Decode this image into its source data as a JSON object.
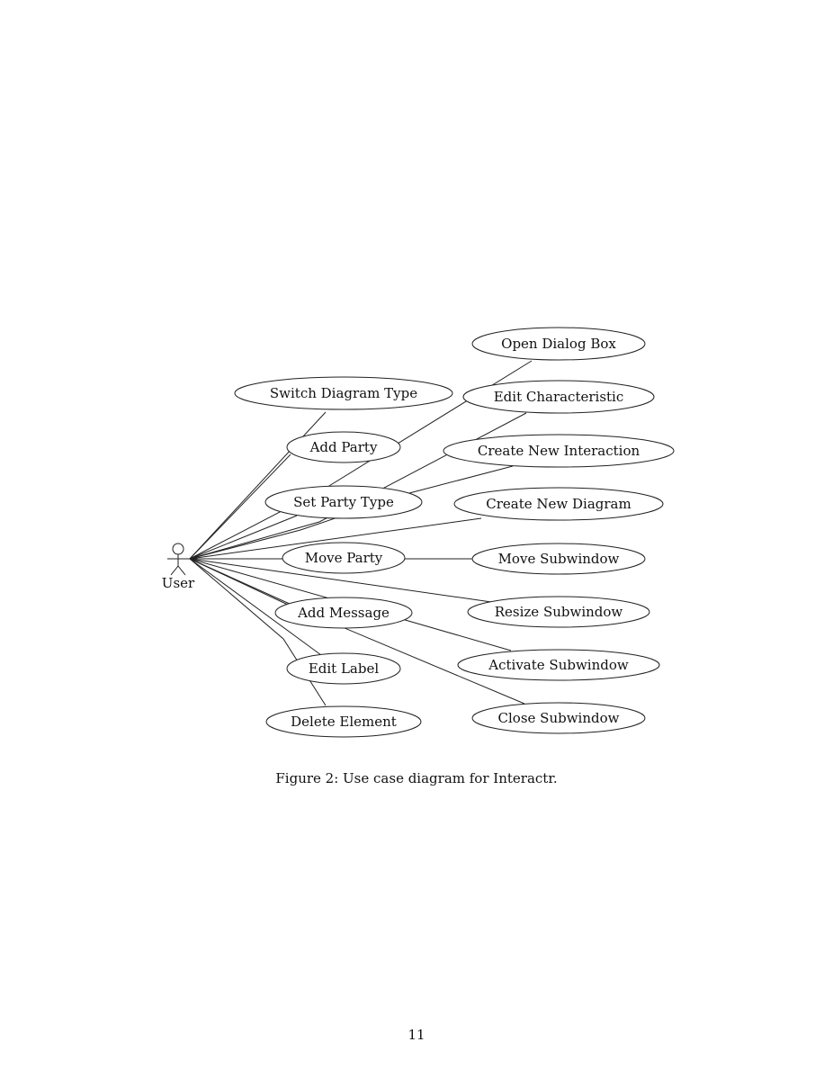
{
  "diagram": {
    "actor": {
      "label": "User",
      "icon": "stick-figure-actor-icon"
    },
    "use_cases": [
      {
        "id": "switch-diagram-type",
        "label": "Switch Diagram Type"
      },
      {
        "id": "add-party",
        "label": "Add Party"
      },
      {
        "id": "set-party-type",
        "label": "Set Party Type"
      },
      {
        "id": "move-party",
        "label": "Move Party"
      },
      {
        "id": "add-message",
        "label": "Add Message"
      },
      {
        "id": "edit-label",
        "label": "Edit Label"
      },
      {
        "id": "delete-element",
        "label": "Delete Element"
      },
      {
        "id": "open-dialog-box",
        "label": "Open Dialog Box"
      },
      {
        "id": "edit-characteristic",
        "label": "Edit Characteristic"
      },
      {
        "id": "create-new-interaction",
        "label": "Create New Interaction"
      },
      {
        "id": "create-new-diagram",
        "label": "Create New Diagram"
      },
      {
        "id": "move-subwindow",
        "label": "Move Subwindow"
      },
      {
        "id": "resize-subwindow",
        "label": "Resize Subwindow"
      },
      {
        "id": "activate-subwindow",
        "label": "Activate Subwindow"
      },
      {
        "id": "close-subwindow",
        "label": "Close Subwindow"
      }
    ],
    "associations": [
      [
        "actor",
        "switch-diagram-type"
      ],
      [
        "actor",
        "add-party"
      ],
      [
        "actor",
        "set-party-type"
      ],
      [
        "actor",
        "move-party"
      ],
      [
        "actor",
        "add-message"
      ],
      [
        "actor",
        "edit-label"
      ],
      [
        "actor",
        "delete-element"
      ],
      [
        "actor",
        "open-dialog-box"
      ],
      [
        "actor",
        "edit-characteristic"
      ],
      [
        "actor",
        "create-new-interaction"
      ],
      [
        "actor",
        "create-new-diagram"
      ],
      [
        "actor",
        "move-subwindow"
      ],
      [
        "actor",
        "resize-subwindow"
      ],
      [
        "actor",
        "activate-subwindow"
      ],
      [
        "actor",
        "close-subwindow"
      ]
    ]
  },
  "caption": "Figure 2: Use case diagram for Interactr.",
  "page_number": "11"
}
